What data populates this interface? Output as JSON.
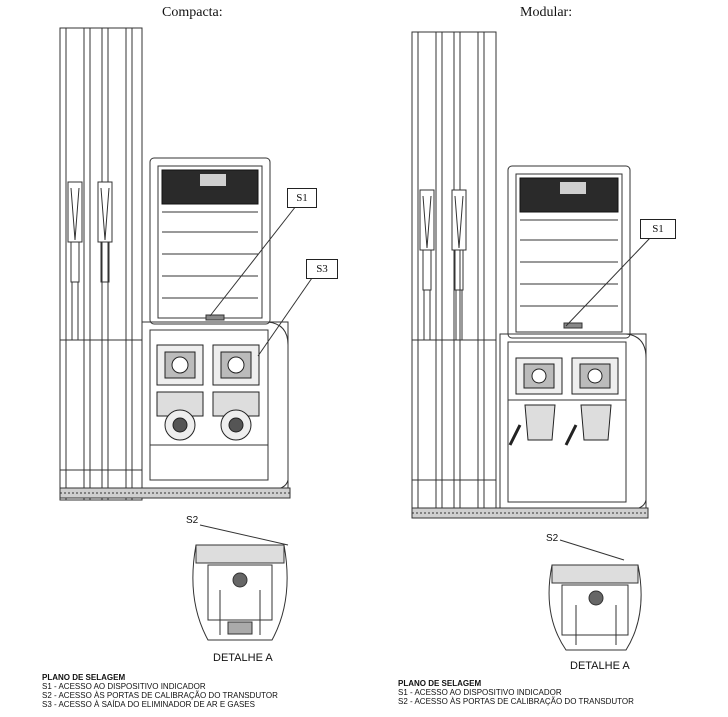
{
  "left": {
    "title": "Compacta:",
    "callouts": [
      "S1",
      "S3"
    ],
    "detail_callout": "S2",
    "detail_label": "DETALHE A",
    "legend": {
      "heading": "PLANO DE SELAGEM",
      "items": [
        "S1 - ACESSO AO DISPOSITIVO INDICADOR",
        "S2 - ACESSO ÀS PORTAS DE CALIBRAÇÃO DO TRANSDUTOR",
        "S3 - ACESSO À SAÍDA DO ELIMINADOR DE AR E GASES"
      ]
    }
  },
  "right": {
    "title": "Modular:",
    "callouts": [
      "S1"
    ],
    "detail_callout": "S2",
    "detail_label": "DETALHE A",
    "legend": {
      "heading": "PLANO DE SELAGEM",
      "items": [
        "S1 - ACESSO AO DISPOSITIVO INDICADOR",
        "S2 - ACESSO ÀS PORTAS DE CALIBRAÇÃO DO TRANSDUTOR"
      ]
    }
  }
}
